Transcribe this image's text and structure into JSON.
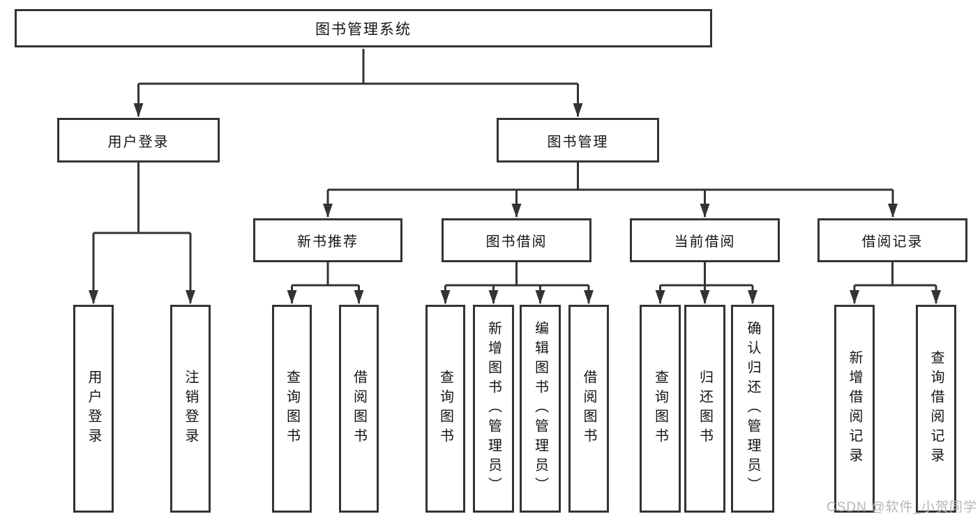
{
  "diagram": {
    "root": "图书管理系统",
    "level2": [
      "用户登录",
      "图书管理"
    ],
    "level3": [
      "新书推荐",
      "图书借阅",
      "当前借阅",
      "借阅记录"
    ],
    "leaf_groups": [
      {
        "under": "用户登录",
        "items": [
          "用户登录",
          "注销登录"
        ]
      },
      {
        "under": "新书推荐",
        "items": [
          "查询图书",
          "借阅图书"
        ]
      },
      {
        "under": "图书借阅",
        "items": [
          "查询图书",
          "新增图书（管理员）",
          "编辑图书（管理员）",
          "借阅图书"
        ]
      },
      {
        "under": "当前借阅",
        "items": [
          "查询图书",
          "归还图书",
          "确认归还（管理员）"
        ]
      },
      {
        "under": "借阅记录",
        "items": [
          "新增借阅记录",
          "查询借阅记录"
        ]
      }
    ]
  },
  "watermark": {
    "text": "CSDN @软件_小贺同学"
  },
  "colors": {
    "line": "#333333",
    "box_border": "#333333",
    "box_fill": "#ffffff",
    "text": "#141414",
    "watermark": "#b5b5b5",
    "background": "#ffffff"
  }
}
